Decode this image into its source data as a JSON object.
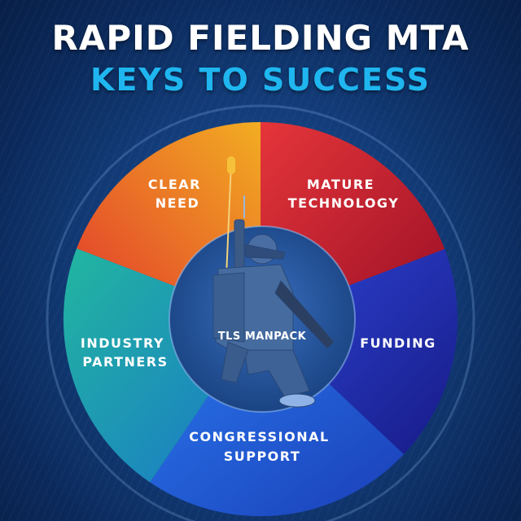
{
  "header": {
    "title": "RAPID FIELDING MTA",
    "subtitle": "KEYS TO SUCCESS"
  },
  "wheel": {
    "center_label": "TLS MANPACK",
    "segments": [
      {
        "key": "clear-need",
        "lines": [
          "CLEAR",
          "NEED"
        ],
        "color_from": "#f0a323",
        "color_to": "#e5432a"
      },
      {
        "key": "mature-technology",
        "lines": [
          "MATURE",
          "TECHNOLOGY"
        ],
        "color_from": "#e03a32",
        "color_to": "#a4142a"
      },
      {
        "key": "funding",
        "lines": [
          "FUNDING"
        ],
        "color_from": "#2a3dd0",
        "color_to": "#1a1f8f"
      },
      {
        "key": "congressional-support",
        "lines": [
          "CONGRESSIONAL",
          "SUPPORT"
        ],
        "color_from": "#2468e6",
        "color_to": "#1a46c0"
      },
      {
        "key": "industry-partners",
        "lines": [
          "INDUSTRY",
          "PARTNERS"
        ],
        "color_from": "#1fb0a2",
        "color_to": "#1a7bc4"
      }
    ]
  },
  "colors": {
    "title": "#ffffff",
    "subtitle": "#1fb6f0",
    "background": "#14407f"
  }
}
